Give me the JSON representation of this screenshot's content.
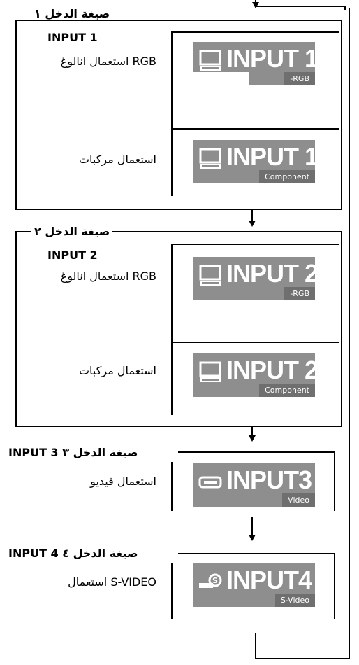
{
  "colors": {
    "badge_bg": "#8e8e8e",
    "badge_sub_bg": "#6f6f6f",
    "line": "#000000"
  },
  "group1": {
    "header": "صيغة الدخل ١",
    "model": "INPUT 1",
    "item_rgb": {
      "desc": "استعمال انالوغ RGB",
      "badge": "INPUT 1",
      "sub": "-RGB",
      "icon": "computer-icon"
    },
    "item_comp": {
      "desc": "استعمال مركبات",
      "badge": "INPUT 1",
      "sub": "Component",
      "icon": "computer-icon"
    }
  },
  "group2": {
    "header": "صيغة الدخل ٢",
    "model": "INPUT 2",
    "item_rgb": {
      "desc": "استعمال انالوغ RGB",
      "badge": "INPUT 2",
      "sub": "-RGB",
      "icon": "computer-icon"
    },
    "item_comp": {
      "desc": "استعمال مركبات",
      "badge": "INPUT 2",
      "sub": "Component",
      "icon": "computer-icon"
    }
  },
  "group3": {
    "header": "INPUT 3 صيغة الدخل ٣",
    "item": {
      "desc": "استعمال فيديو",
      "badge": "INPUT3",
      "sub": "Video",
      "icon": "video-icon"
    }
  },
  "group4": {
    "header": "INPUT 4 صيغة الدخل ٤",
    "item": {
      "desc": "استعمال S-VIDEO",
      "badge": "INPUT4",
      "sub": "S-Video",
      "icon": "s-video-icon"
    }
  }
}
